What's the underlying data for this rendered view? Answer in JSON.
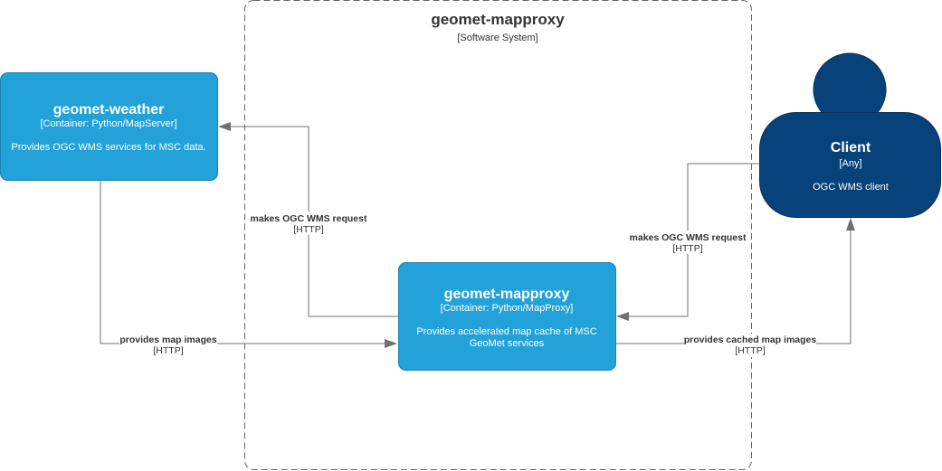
{
  "boundary": {
    "name": "geomet-mapproxy",
    "type": "[Software System]"
  },
  "nodes": {
    "weather": {
      "name": "geomet-weather",
      "technology": "[Container: Python/MapServer]",
      "description": "Provides OGC WMS services for MSC data.",
      "color": "#23a2d9"
    },
    "mapproxy": {
      "name": "geomet-mapproxy",
      "technology": "[Container: Python/MapProxy]",
      "description_line1": "Provides accelerated map cache of MSC",
      "description_line2": "GeoMet services",
      "color": "#23a2d9"
    },
    "client": {
      "name": "Client",
      "technology": "[Any]",
      "description": "OGC WMS client",
      "color": "#08427b"
    }
  },
  "edges": {
    "mapproxy_to_weather": {
      "label": "makes OGC WMS request",
      "technology": "[HTTP]"
    },
    "weather_to_mapproxy": {
      "label": "provides map images",
      "technology": "[HTTP]"
    },
    "client_to_mapproxy": {
      "label": "makes OGC WMS request",
      "technology": "[HTTP]"
    },
    "mapproxy_to_client": {
      "label": "provides cached map images",
      "technology": "[HTTP]"
    }
  },
  "colors": {
    "container": "#23a2d9",
    "container_border": "#1a82b0",
    "person": "#08427b",
    "person_border": "#062f59",
    "edge": "#707070",
    "boundary": "#666666"
  }
}
